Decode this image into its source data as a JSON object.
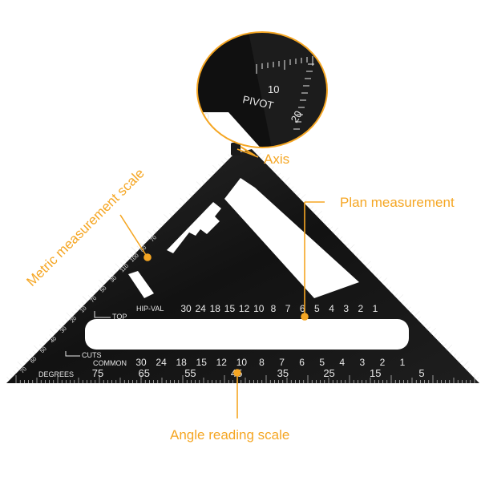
{
  "callouts": {
    "axis": "Axis",
    "plan": "Plan measurement",
    "metric": "Metric measurement scale",
    "angle": "Angle reading scale"
  },
  "zoom": {
    "pivot": "PIVOT",
    "n10": "10",
    "n20": "20",
    "n0": "0"
  },
  "square": {
    "hip_val": "HIP-VAL",
    "top": "TOP",
    "cuts": "CUTS",
    "common": "COMMON",
    "degrees": "DEGREES",
    "row1": [
      "30",
      "24",
      "18",
      "15",
      "12",
      "10",
      "8",
      "7",
      "6",
      "5",
      "4",
      "3",
      "2",
      "1"
    ],
    "row2": [
      "30",
      "24",
      "18",
      "15",
      "12",
      "10",
      "8",
      "7",
      "6",
      "5",
      "4",
      "3",
      "2",
      "1"
    ],
    "row3": [
      "75",
      "65",
      "55",
      "45",
      "35",
      "25",
      "15",
      "5"
    ],
    "left_scale": [
      "70",
      "80",
      "100",
      "110",
      "30",
      "50",
      "70",
      "10",
      "20",
      "30",
      "40",
      "50",
      "60",
      "70"
    ]
  },
  "colors": {
    "accent": "#f5a623",
    "body": "#121212",
    "marking": "#e9e9e9"
  }
}
